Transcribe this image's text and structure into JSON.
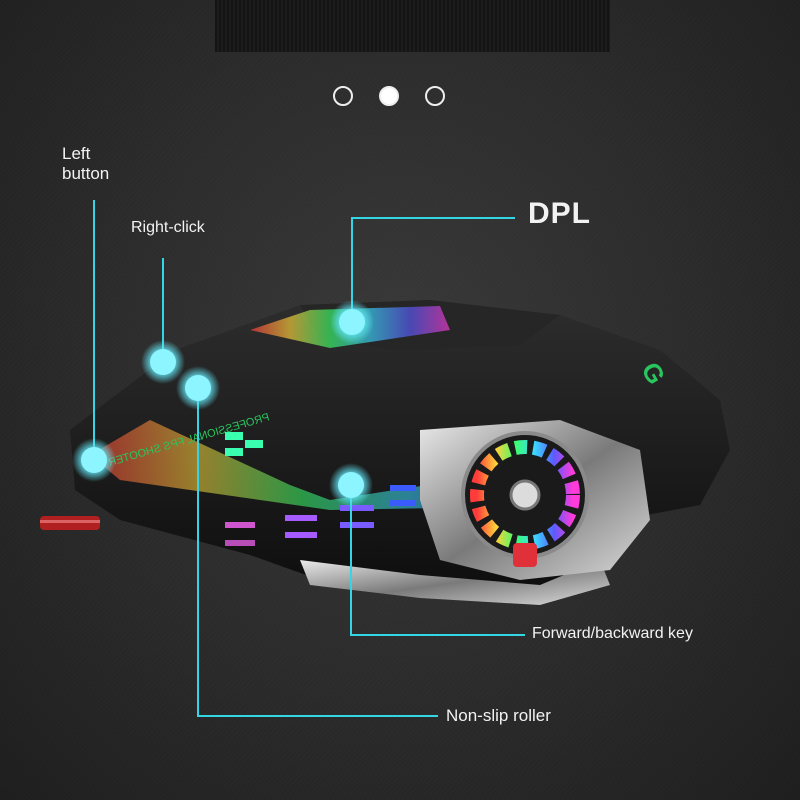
{
  "carousel": {
    "count": 3,
    "active_index": 1
  },
  "callouts": {
    "left_button": "Left\nbutton",
    "right_click": "Right-click",
    "dpl": "DPL",
    "forward_backward": "Forward/backward key",
    "non_slip_roller": "Non-slip roller"
  },
  "mouse": {
    "top_text": "PROFESSIONAL FPS SHOOTER",
    "logo": "G"
  },
  "colors": {
    "callout_line": "#34d6e6",
    "callout_dot": "#7ff3ff",
    "body": "#1b1b1b"
  }
}
